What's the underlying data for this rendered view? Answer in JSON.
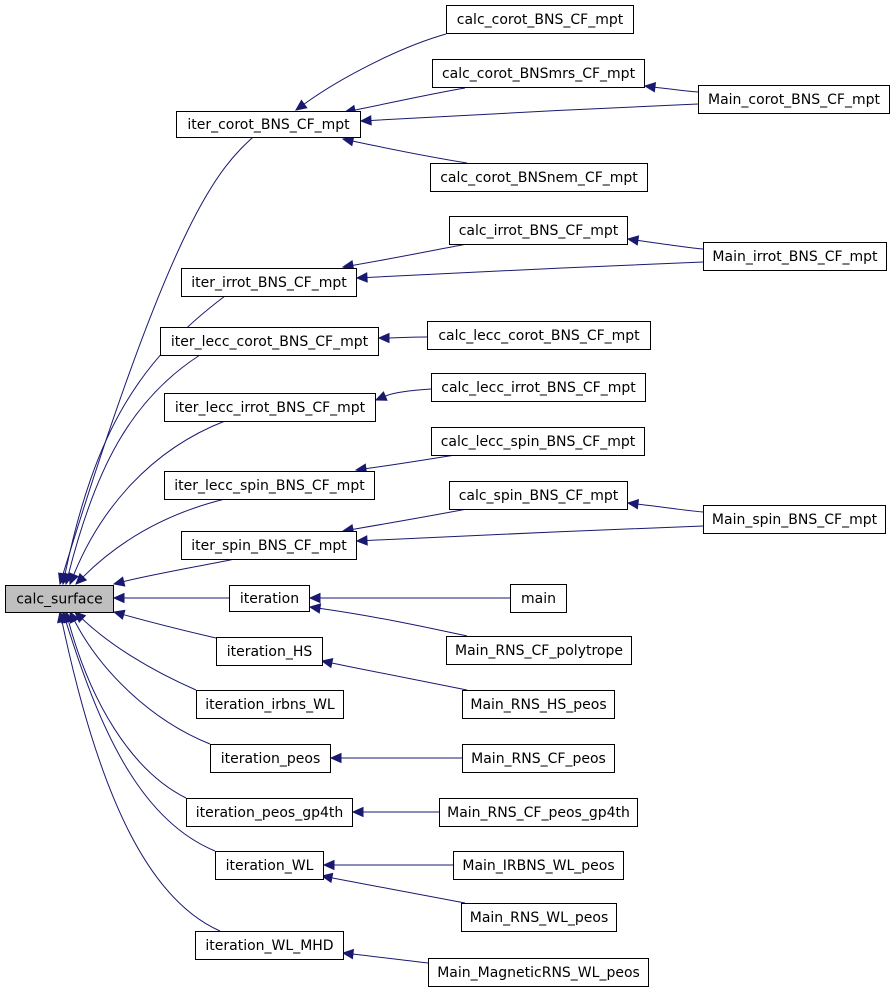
{
  "colors": {
    "edge": "#191970",
    "node_border": "#000000",
    "node_fill": "#ffffff",
    "root_fill": "#bfbfbf"
  },
  "nodes": [
    {
      "id": "calc_surface",
      "label": "calc_surface",
      "root": true
    },
    {
      "id": "iter_corot_BNS_CF_mpt",
      "label": "iter_corot_BNS_CF_mpt"
    },
    {
      "id": "iter_irrot_BNS_CF_mpt",
      "label": "iter_irrot_BNS_CF_mpt"
    },
    {
      "id": "iter_lecc_corot_BNS_CF_mpt",
      "label": "iter_lecc_corot_BNS_CF_mpt"
    },
    {
      "id": "iter_lecc_irrot_BNS_CF_mpt",
      "label": "iter_lecc_irrot_BNS_CF_mpt"
    },
    {
      "id": "iter_lecc_spin_BNS_CF_mpt",
      "label": "iter_lecc_spin_BNS_CF_mpt"
    },
    {
      "id": "iter_spin_BNS_CF_mpt",
      "label": "iter_spin_BNS_CF_mpt"
    },
    {
      "id": "iteration",
      "label": "iteration"
    },
    {
      "id": "iteration_HS",
      "label": "iteration_HS"
    },
    {
      "id": "iteration_irbns_WL",
      "label": "iteration_irbns_WL"
    },
    {
      "id": "iteration_peos",
      "label": "iteration_peos"
    },
    {
      "id": "iteration_peos_gp4th",
      "label": "iteration_peos_gp4th"
    },
    {
      "id": "iteration_WL",
      "label": "iteration_WL"
    },
    {
      "id": "iteration_WL_MHD",
      "label": "iteration_WL_MHD"
    },
    {
      "id": "calc_corot_BNS_CF_mpt",
      "label": "calc_corot_BNS_CF_mpt"
    },
    {
      "id": "calc_corot_BNSmrs_CF_mpt",
      "label": "calc_corot_BNSmrs_CF_mpt"
    },
    {
      "id": "calc_corot_BNSnem_CF_mpt",
      "label": "calc_corot_BNSnem_CF_mpt"
    },
    {
      "id": "calc_irrot_BNS_CF_mpt",
      "label": "calc_irrot_BNS_CF_mpt"
    },
    {
      "id": "calc_lecc_corot_BNS_CF_mpt",
      "label": "calc_lecc_corot_BNS_CF_mpt"
    },
    {
      "id": "calc_lecc_irrot_BNS_CF_mpt",
      "label": "calc_lecc_irrot_BNS_CF_mpt"
    },
    {
      "id": "calc_lecc_spin_BNS_CF_mpt",
      "label": "calc_lecc_spin_BNS_CF_mpt"
    },
    {
      "id": "calc_spin_BNS_CF_mpt",
      "label": "calc_spin_BNS_CF_mpt"
    },
    {
      "id": "main",
      "label": "main"
    },
    {
      "id": "Main_RNS_CF_polytrope",
      "label": "Main_RNS_CF_polytrope"
    },
    {
      "id": "Main_RNS_HS_peos",
      "label": "Main_RNS_HS_peos"
    },
    {
      "id": "Main_RNS_CF_peos",
      "label": "Main_RNS_CF_peos"
    },
    {
      "id": "Main_RNS_CF_peos_gp4th",
      "label": "Main_RNS_CF_peos_gp4th"
    },
    {
      "id": "Main_IRBNS_WL_peos",
      "label": "Main_IRBNS_WL_peos"
    },
    {
      "id": "Main_RNS_WL_peos",
      "label": "Main_RNS_WL_peos"
    },
    {
      "id": "Main_MagneticRNS_WL_peos",
      "label": "Main_MagneticRNS_WL_peos"
    },
    {
      "id": "Main_corot_BNS_CF_mpt",
      "label": "Main_corot_BNS_CF_mpt"
    },
    {
      "id": "Main_irrot_BNS_CF_mpt",
      "label": "Main_irrot_BNS_CF_mpt"
    },
    {
      "id": "Main_spin_BNS_CF_mpt",
      "label": "Main_spin_BNS_CF_mpt"
    }
  ],
  "edges": [
    {
      "caller": "iter_corot_BNS_CF_mpt",
      "callee": "calc_surface"
    },
    {
      "caller": "iter_irrot_BNS_CF_mpt",
      "callee": "calc_surface"
    },
    {
      "caller": "iter_lecc_corot_BNS_CF_mpt",
      "callee": "calc_surface"
    },
    {
      "caller": "iter_lecc_irrot_BNS_CF_mpt",
      "callee": "calc_surface"
    },
    {
      "caller": "iter_lecc_spin_BNS_CF_mpt",
      "callee": "calc_surface"
    },
    {
      "caller": "iter_spin_BNS_CF_mpt",
      "callee": "calc_surface"
    },
    {
      "caller": "iteration",
      "callee": "calc_surface"
    },
    {
      "caller": "iteration_HS",
      "callee": "calc_surface"
    },
    {
      "caller": "iteration_irbns_WL",
      "callee": "calc_surface"
    },
    {
      "caller": "iteration_peos",
      "callee": "calc_surface"
    },
    {
      "caller": "iteration_peos_gp4th",
      "callee": "calc_surface"
    },
    {
      "caller": "iteration_WL",
      "callee": "calc_surface"
    },
    {
      "caller": "iteration_WL_MHD",
      "callee": "calc_surface"
    },
    {
      "caller": "calc_corot_BNS_CF_mpt",
      "callee": "iter_corot_BNS_CF_mpt"
    },
    {
      "caller": "calc_corot_BNSmrs_CF_mpt",
      "callee": "iter_corot_BNS_CF_mpt"
    },
    {
      "caller": "Main_corot_BNS_CF_mpt",
      "callee": "iter_corot_BNS_CF_mpt"
    },
    {
      "caller": "calc_corot_BNSnem_CF_mpt",
      "callee": "iter_corot_BNS_CF_mpt"
    },
    {
      "caller": "Main_corot_BNS_CF_mpt",
      "callee": "calc_corot_BNSmrs_CF_mpt"
    },
    {
      "caller": "calc_irrot_BNS_CF_mpt",
      "callee": "iter_irrot_BNS_CF_mpt"
    },
    {
      "caller": "Main_irrot_BNS_CF_mpt",
      "callee": "iter_irrot_BNS_CF_mpt"
    },
    {
      "caller": "Main_irrot_BNS_CF_mpt",
      "callee": "calc_irrot_BNS_CF_mpt"
    },
    {
      "caller": "calc_lecc_corot_BNS_CF_mpt",
      "callee": "iter_lecc_corot_BNS_CF_mpt"
    },
    {
      "caller": "calc_lecc_irrot_BNS_CF_mpt",
      "callee": "iter_lecc_irrot_BNS_CF_mpt"
    },
    {
      "caller": "calc_lecc_spin_BNS_CF_mpt",
      "callee": "iter_lecc_spin_BNS_CF_mpt"
    },
    {
      "caller": "calc_spin_BNS_CF_mpt",
      "callee": "iter_spin_BNS_CF_mpt"
    },
    {
      "caller": "Main_spin_BNS_CF_mpt",
      "callee": "iter_spin_BNS_CF_mpt"
    },
    {
      "caller": "Main_spin_BNS_CF_mpt",
      "callee": "calc_spin_BNS_CF_mpt"
    },
    {
      "caller": "main",
      "callee": "iteration"
    },
    {
      "caller": "Main_RNS_CF_polytrope",
      "callee": "iteration"
    },
    {
      "caller": "Main_RNS_HS_peos",
      "callee": "iteration_HS"
    },
    {
      "caller": "Main_RNS_CF_peos",
      "callee": "iteration_peos"
    },
    {
      "caller": "Main_RNS_CF_peos_gp4th",
      "callee": "iteration_peos_gp4th"
    },
    {
      "caller": "Main_IRBNS_WL_peos",
      "callee": "iteration_WL"
    },
    {
      "caller": "Main_RNS_WL_peos",
      "callee": "iteration_WL"
    },
    {
      "caller": "Main_MagneticRNS_WL_peos",
      "callee": "iteration_WL_MHD"
    }
  ]
}
